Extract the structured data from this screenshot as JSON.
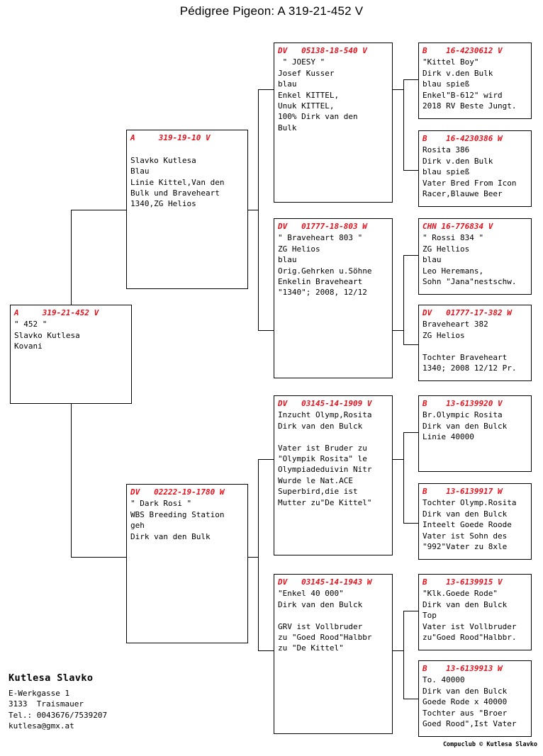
{
  "title": "Pédigree Pigeon: A   319-21-452 V",
  "colors": {
    "header_red": "#e8101b",
    "text_black": "#000000",
    "background": "#ffffff"
  },
  "root": {
    "header": "A     319-21-452 V",
    "lines": [
      "\" 452 \"",
      "Slavko Kutlesa",
      "Kovani"
    ]
  },
  "generation2": [
    {
      "header": "A     319-19-10 V",
      "lines": [
        "",
        "Slavko Kutlesa",
        "Blau",
        "Linie Kittel,Van den",
        "Bulk und Braveheart",
        "1340,ZG Helios"
      ]
    },
    {
      "header": "DV   02222-19-1780 W",
      "lines": [
        "\" Dark Rosi \"",
        "WBS Breeding Station",
        "geh",
        "Dirk van den Bulk"
      ]
    }
  ],
  "generation3": [
    {
      "header": "DV   05138-18-540 V",
      "lines": [
        " \" JOESY \"",
        "Josef Kusser",
        "blau",
        "Enkel KITTEL,",
        "Unuk KITTEL,",
        "100% Dirk van den",
        "Bulk"
      ]
    },
    {
      "header": "DV   01777-18-803 W",
      "lines": [
        "\" Braveheart 803 \"",
        "ZG Helios",
        "blau",
        "Orig.Gehrken u.Söhne",
        "Enkelin Braveheart",
        "\"1340\"; 2008, 12/12"
      ]
    },
    {
      "header": "DV   03145-14-1909 V",
      "lines": [
        "Inzucht Olymp,Rosita",
        "Dirk van den Bulck",
        "",
        "Vater ist Bruder zu",
        "\"Olympik Rosita\" le",
        "Olympiadeduivin Nitr",
        "Wurde le Nat.ACE",
        "Superbird,die ist",
        "Mutter zu\"De Kittel\""
      ]
    },
    {
      "header": "DV   03145-14-1943 W",
      "lines": [
        "\"Enkel 40 000\"",
        "Dirk van den Bulck",
        "",
        "GRV ist Vollbruder",
        "zu \"Goed Rood\"Halbbr",
        "zu \"De Kittel\""
      ]
    }
  ],
  "generation4": [
    {
      "header": "B    16-4230612 V",
      "lines": [
        "\"Kittel Boy\"",
        "Dirk v.den Bulk",
        "blau spieß",
        "Enkel\"B-612\" wird",
        "2018 RV Beste Jungt."
      ]
    },
    {
      "header": "B    16-4230386 W",
      "lines": [
        "Rosita 386",
        "Dirk v.den Bulk",
        "blau spieß",
        "Vater Bred From Icon",
        "Racer,Blauwe Beer"
      ]
    },
    {
      "header": "CHN 16-776834 V",
      "lines": [
        "\" Rossi 834 \"",
        "ZG Hellios",
        "blau",
        "Leo Heremans,",
        "Sohn \"Jana\"nestschw."
      ]
    },
    {
      "header": "DV   01777-17-382 W",
      "lines": [
        "Braveheart 382",
        "ZG Helios",
        "",
        "Tochter Braveheart",
        "1340; 2008 12/12 Pr."
      ]
    },
    {
      "header": "B    13-6139920 V",
      "lines": [
        "Br.Olympic Rosita",
        "Dirk van den Bulck",
        "Linie 40000"
      ]
    },
    {
      "header": "B    13-6139917 W",
      "lines": [
        "Tochter Olymp.Rosita",
        "Dirk van den Bulck",
        "Inteelt Goede Roode",
        "Vater ist Sohn des",
        "\"992\"Vater zu 8xle"
      ]
    },
    {
      "header": "B    13-6139915 V",
      "lines": [
        "\"Klk.Goede Rode\"",
        "Dirk van den Bulck",
        "Top",
        "Vater ist Vollbruder",
        "zu\"Goed Rood\"Halbbr."
      ]
    },
    {
      "header": "B    13-6139913 W",
      "lines": [
        "To. 40000",
        "Dirk van den Bulck",
        "Goede Rode x 40000",
        "Tochter aus \"Broer",
        "Goed Rood\",Ist Vater"
      ]
    }
  ],
  "footer": {
    "name": "Kutlesa Slavko",
    "address_line1": "E-Werkgasse 1",
    "address_line2": "3133  Traismauer",
    "phone": "Tel.: 0043676/7539207",
    "email": "kutlesa@gmx.at"
  },
  "copyright": "Compuclub © Kutlesa Slavko"
}
